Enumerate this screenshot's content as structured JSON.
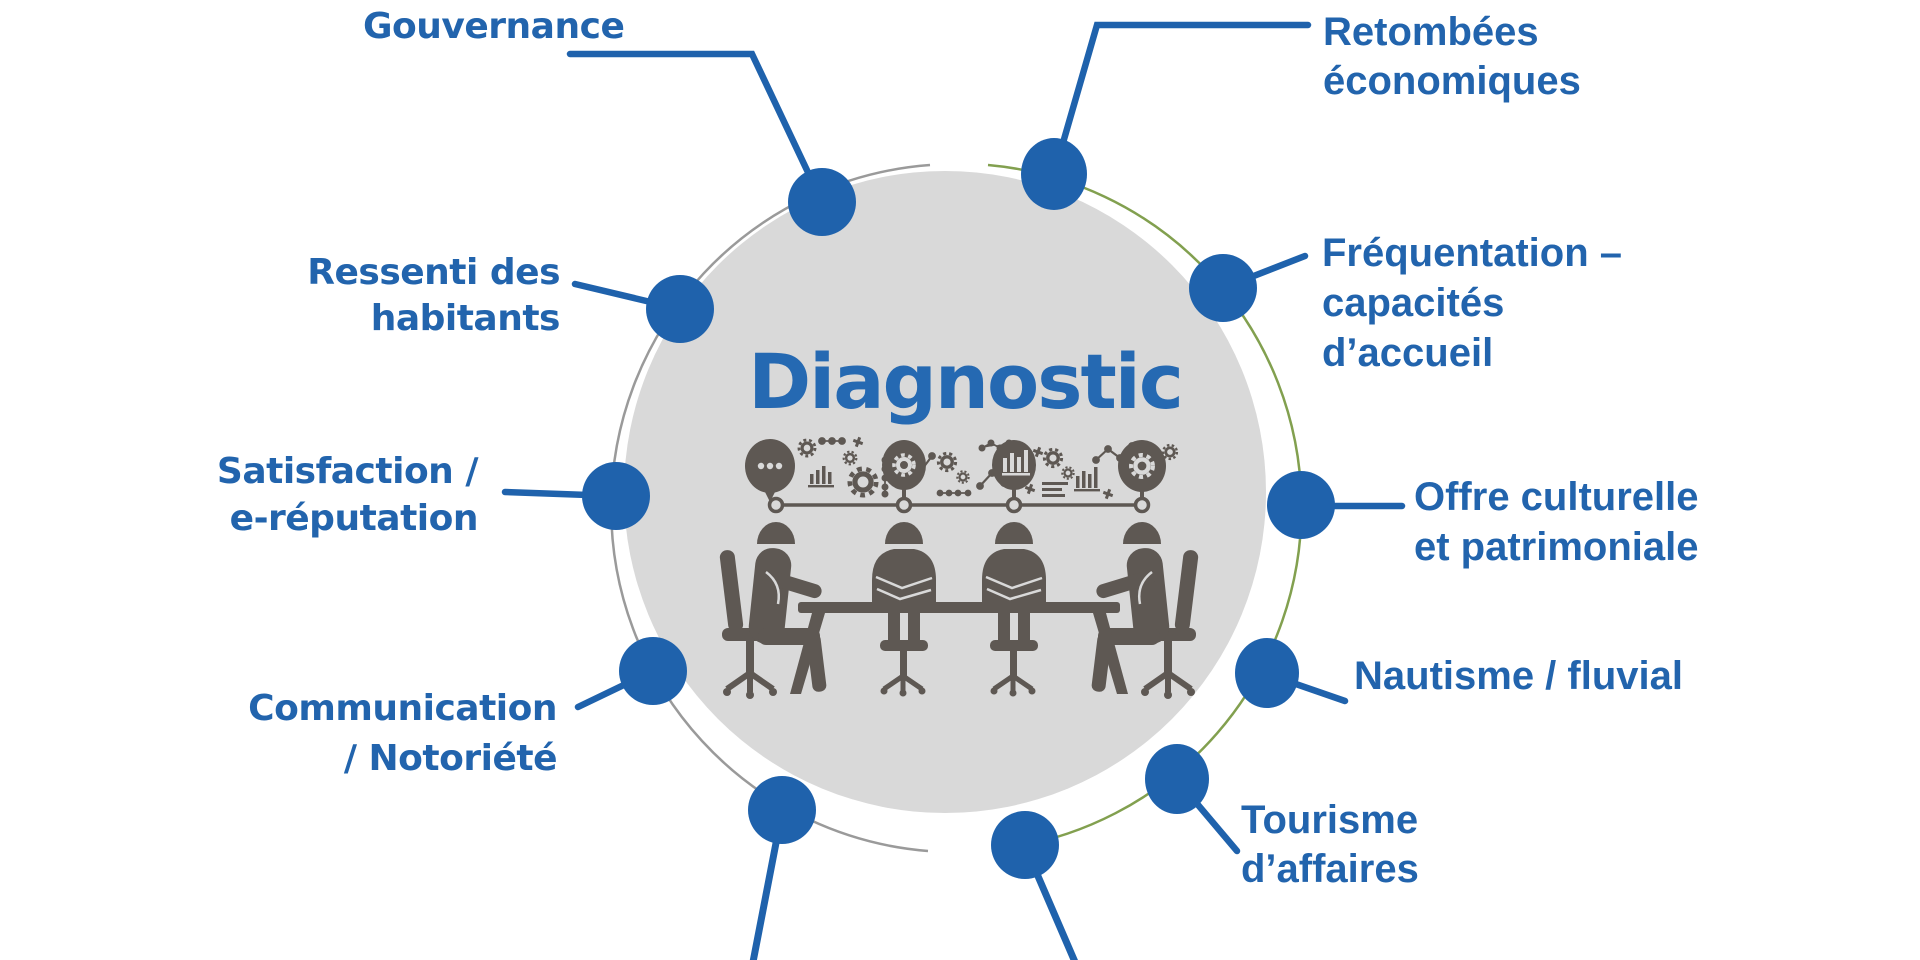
{
  "center": {
    "title": "Diagnostic",
    "illustration": "team-meeting-brainstorm-illustration"
  },
  "colors": {
    "accent_blue": "#1f62ac",
    "label_blue": "#2264ad",
    "circle_gray": "#d9d9d9",
    "ring_gray": "#9a9a9a",
    "ring_green": "#82a04f",
    "illustration_gray": "#5e5853"
  },
  "items": [
    {
      "id": "gouvernance",
      "label": "Gouvernance",
      "lines": [
        "Gouvernance"
      ]
    },
    {
      "id": "retombees-economiques",
      "label": "Retombées économiques",
      "lines": [
        "Retombées",
        "économiques"
      ]
    },
    {
      "id": "frequentation-capacites-daccueil",
      "label": "Fréquentation – capacités d’accueil",
      "lines": [
        "Fréquentation –",
        "capacités",
        "d’accueil"
      ]
    },
    {
      "id": "offre-culturelle-et-patrimoniale",
      "label": "Offre culturelle et patrimoniale",
      "lines": [
        "Offre culturelle",
        "et patrimoniale"
      ]
    },
    {
      "id": "nautisme-fluvial",
      "label": "Nautisme / fluvial",
      "lines": [
        "Nautisme / fluvial"
      ]
    },
    {
      "id": "tourisme-daffaires",
      "label": "Tourisme d’affaires",
      "lines": [
        "Tourisme",
        "d’affaires"
      ]
    },
    {
      "id": "communication-notoriete",
      "label": "Communication / Notoriété",
      "lines": [
        "Communication",
        "/ Notoriété"
      ]
    },
    {
      "id": "satisfaction-e-reputation",
      "label": "Satisfaction / e-réputation",
      "lines": [
        "Satisfaction /",
        "e-réputation"
      ]
    },
    {
      "id": "ressenti-des-habitants",
      "label": "Ressenti des habitants",
      "lines": [
        "Ressenti des",
        "habitants"
      ]
    }
  ]
}
